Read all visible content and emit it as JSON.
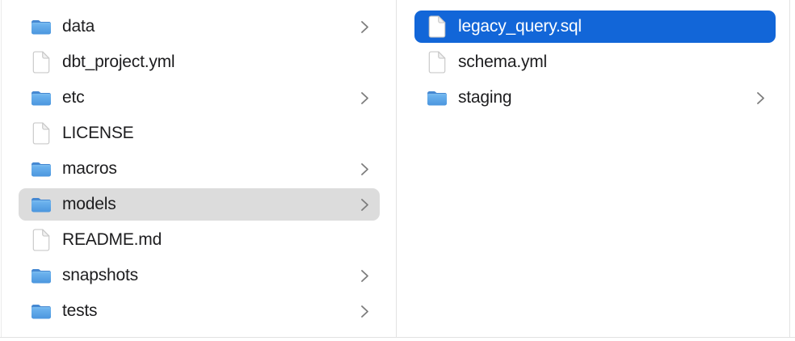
{
  "app": "finder-column-view",
  "colors": {
    "selection_blue": "#1266d8",
    "selection_gray": "#dcdcdc",
    "divider": "#e2e2e2",
    "text": "#1d1d1f",
    "selected_text": "#ffffff",
    "chevron": "#7d7d7d",
    "folder_tab": "#4588d2",
    "folder_body_top": "#70b6f0",
    "folder_body_bottom": "#4b96de",
    "background": "#ffffff"
  },
  "icons": {
    "folder": "folder-icon",
    "file": "document-icon",
    "chevron": "chevron-right-icon"
  },
  "left_column": {
    "name": "project-root-column",
    "items": [
      {
        "label": "data",
        "type": "folder",
        "chevron": true,
        "selected": false
      },
      {
        "label": "dbt_project.yml",
        "type": "file",
        "chevron": false,
        "selected": false
      },
      {
        "label": "etc",
        "type": "folder",
        "chevron": true,
        "selected": false
      },
      {
        "label": "LICENSE",
        "type": "file",
        "chevron": false,
        "selected": false
      },
      {
        "label": "macros",
        "type": "folder",
        "chevron": true,
        "selected": false
      },
      {
        "label": "models",
        "type": "folder",
        "chevron": true,
        "selected": true,
        "selection_style": "gray"
      },
      {
        "label": "README.md",
        "type": "file",
        "chevron": false,
        "selected": false
      },
      {
        "label": "snapshots",
        "type": "folder",
        "chevron": true,
        "selected": false
      },
      {
        "label": "tests",
        "type": "folder",
        "chevron": true,
        "selected": false
      }
    ]
  },
  "right_column": {
    "name": "models-folder-column",
    "items": [
      {
        "label": "legacy_query.sql",
        "type": "file",
        "chevron": false,
        "selected": true,
        "selection_style": "blue"
      },
      {
        "label": "schema.yml",
        "type": "file",
        "chevron": false,
        "selected": false
      },
      {
        "label": "staging",
        "type": "folder",
        "chevron": true,
        "selected": false
      }
    ]
  }
}
